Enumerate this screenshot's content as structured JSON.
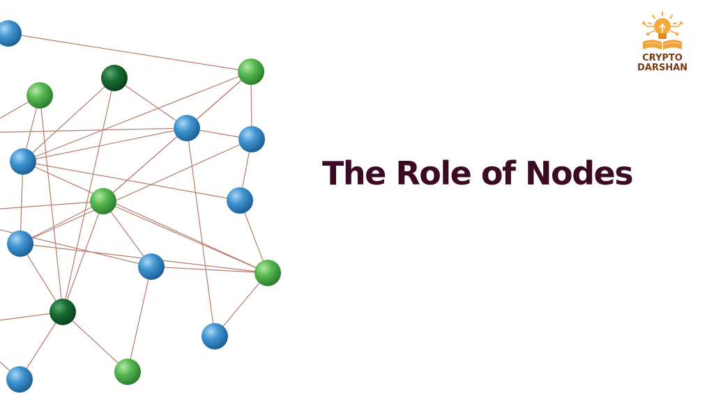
{
  "slide": {
    "title": "The Role of Nodes",
    "title_color": "#3b0a23"
  },
  "logo": {
    "line1": "CRYPTO",
    "line2": "DARSHAN",
    "text_color": "#7a3a12",
    "bulb_color": "#f4a93b",
    "book_color": "#f2a33a"
  },
  "illustration": {
    "icon": "node-network-icon",
    "colors": {
      "blue": "#3f93cf",
      "green": "#54b84f",
      "dark_green": "#176b34",
      "string": "#b77a6a"
    }
  }
}
